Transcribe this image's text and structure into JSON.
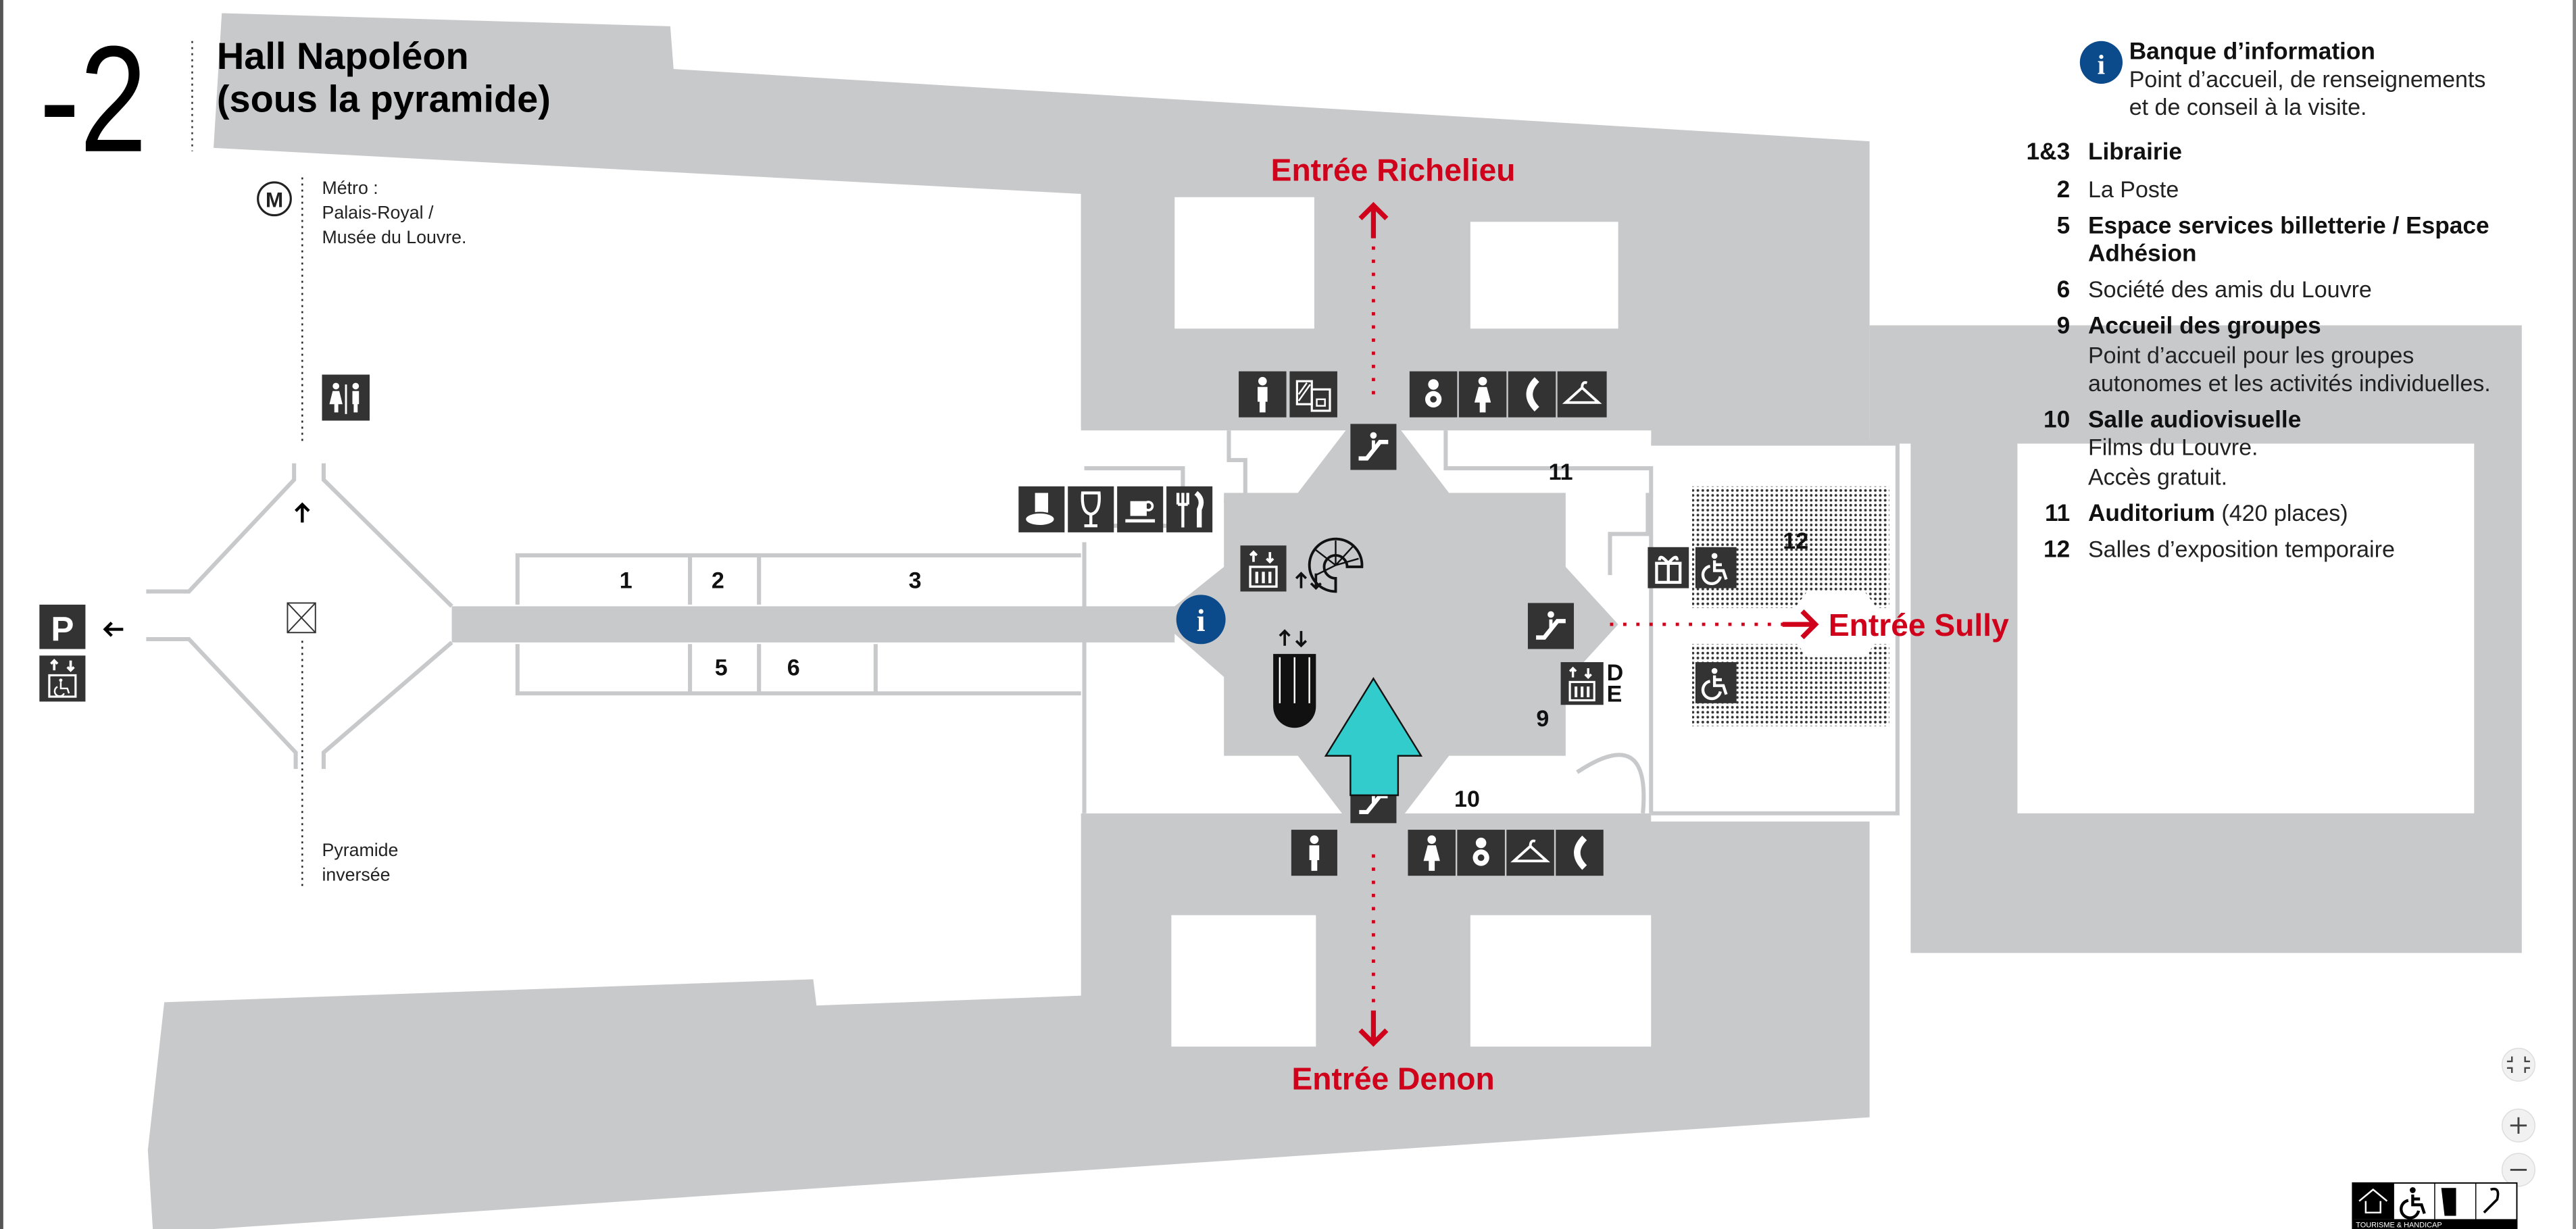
{
  "header": {
    "level": "-2",
    "title_line1": "Hall Napoléon",
    "title_line2": "(sous la pyramide)"
  },
  "metro": {
    "icon_letter": "M",
    "line1": "Métro :",
    "line2": "Palais-Royal /",
    "line3": "Musée du Louvre."
  },
  "pyramide": {
    "line1": "Pyramide",
    "line2": "inversée"
  },
  "parking": {
    "letter": "P"
  },
  "entrances": {
    "richelieu": "Entrée Richelieu",
    "sully": "Entrée Sully",
    "denon": "Entrée Denon"
  },
  "rooms": {
    "r1": "1",
    "r2": "2",
    "r3": "3",
    "r5": "5",
    "r6": "6",
    "r9": "9",
    "r10": "10",
    "r11": "11",
    "r12": "12",
    "elevator_d": "D",
    "elevator_e": "E"
  },
  "info_glyph": "i",
  "legend": {
    "info": {
      "title": "Banque d’information",
      "desc1": "Point d’accueil, de renseignements",
      "desc2": "et de conseil à la visite."
    },
    "items": [
      {
        "num": "1&3",
        "label": "Librairie"
      },
      {
        "num": "2",
        "label": "La Poste"
      },
      {
        "num": "5",
        "label": "Espace services billetterie / Espace",
        "label2": "Adhésion"
      },
      {
        "num": "6",
        "label": "Société des amis du Louvre"
      },
      {
        "num": "9",
        "label": "Accueil des groupes",
        "desc1": "Point d’accueil pour les groupes",
        "desc2": "autonomes et les activités individuelles."
      },
      {
        "num": "10",
        "label": "Salle audiovisuelle",
        "desc1": "Films du Louvre.",
        "desc2": "Accès gratuit."
      },
      {
        "num": "11",
        "label": "Auditorium",
        "extra": " (420 places)"
      },
      {
        "num": "12",
        "label": "Salles d’exposition temporaire"
      }
    ]
  },
  "logo": {
    "text": "TOURISME & HANDICAP"
  },
  "colors": {
    "accent_red": "#d0021b",
    "info_blue": "#0b4a8b",
    "map_gray": "#c8c9cb",
    "you_are_here": "#33cccc",
    "icon_bg": "#333333"
  }
}
